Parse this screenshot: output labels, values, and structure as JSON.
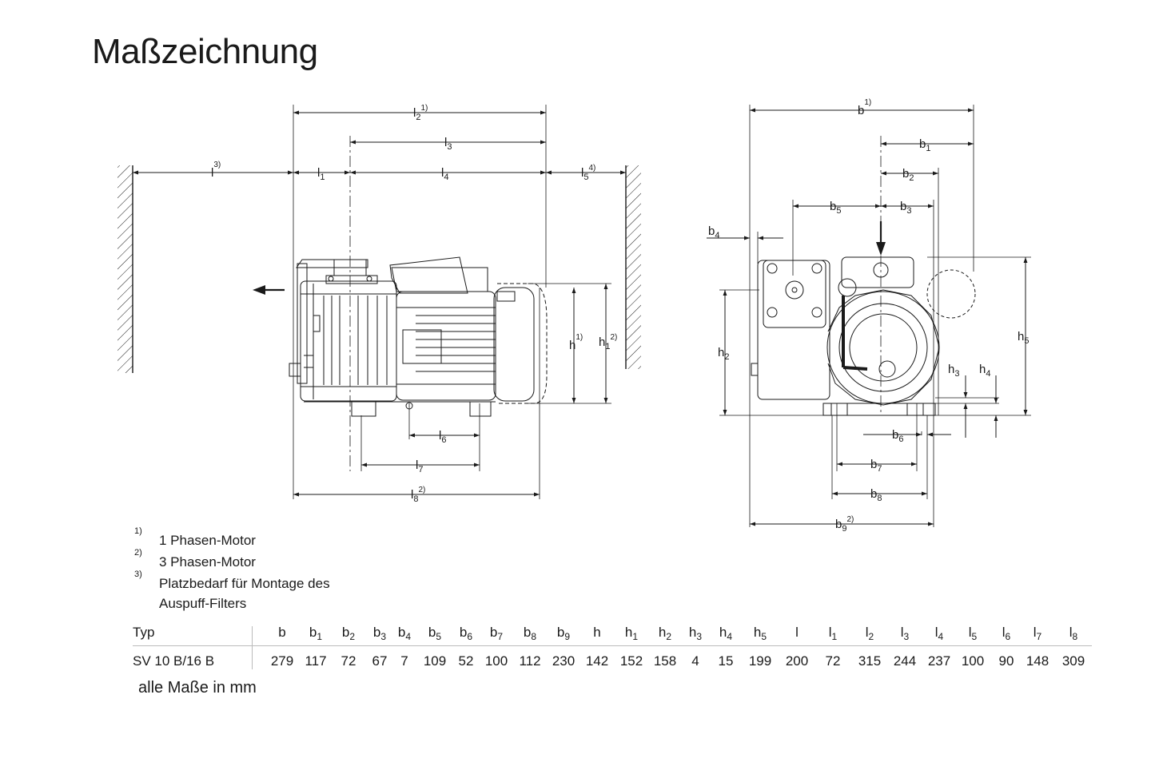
{
  "title": "Maßzeichnung",
  "side_view": {
    "labels": [
      {
        "base": "l",
        "sub": "",
        "sup": "3)"
      },
      {
        "base": "l",
        "sub": "1",
        "sup": ""
      },
      {
        "base": "l",
        "sub": "2",
        "sup": "1)"
      },
      {
        "base": "l",
        "sub": "3",
        "sup": ""
      },
      {
        "base": "l",
        "sub": "4",
        "sup": ""
      },
      {
        "base": "l",
        "sub": "5",
        "sup": "4)"
      },
      {
        "base": "l",
        "sub": "6",
        "sup": ""
      },
      {
        "base": "l",
        "sub": "7",
        "sup": ""
      },
      {
        "base": "l",
        "sub": "8",
        "sup": "2)"
      },
      {
        "base": "h",
        "sub": "",
        "sup": "1)"
      },
      {
        "base": "h",
        "sub": "1",
        "sup": "2)"
      }
    ]
  },
  "front_view": {
    "labels": [
      {
        "base": "b",
        "sub": "",
        "sup": "1)"
      },
      {
        "base": "b",
        "sub": "1",
        "sup": ""
      },
      {
        "base": "b",
        "sub": "2",
        "sup": ""
      },
      {
        "base": "b",
        "sub": "3",
        "sup": ""
      },
      {
        "base": "b",
        "sub": "4",
        "sup": ""
      },
      {
        "base": "b",
        "sub": "5",
        "sup": ""
      },
      {
        "base": "b",
        "sub": "6",
        "sup": ""
      },
      {
        "base": "b",
        "sub": "7",
        "sup": ""
      },
      {
        "base": "b",
        "sub": "8",
        "sup": ""
      },
      {
        "base": "b",
        "sub": "9",
        "sup": "2)"
      },
      {
        "base": "h",
        "sub": "2",
        "sup": ""
      },
      {
        "base": "h",
        "sub": "3",
        "sup": ""
      },
      {
        "base": "h",
        "sub": "4",
        "sup": ""
      },
      {
        "base": "h",
        "sub": "5",
        "sup": ""
      }
    ]
  },
  "footnotes": [
    {
      "marker": "1)",
      "text": "1 Phasen-Motor"
    },
    {
      "marker": "2)",
      "text": "3 Phasen-Motor"
    },
    {
      "marker": "3)",
      "text": "Platzbedarf für Montage des Auspuff-Filters"
    }
  ],
  "table": {
    "type_header": "Typ",
    "columns": [
      {
        "base": "b",
        "sub": ""
      },
      {
        "base": "b",
        "sub": "1"
      },
      {
        "base": "b",
        "sub": "2"
      },
      {
        "base": "b",
        "sub": "3"
      },
      {
        "base": "b",
        "sub": "4"
      },
      {
        "base": "b",
        "sub": "5"
      },
      {
        "base": "b",
        "sub": "6"
      },
      {
        "base": "b",
        "sub": "7"
      },
      {
        "base": "b",
        "sub": "8"
      },
      {
        "base": "b",
        "sub": "9"
      },
      {
        "base": "h",
        "sub": ""
      },
      {
        "base": "h",
        "sub": "1"
      },
      {
        "base": "h",
        "sub": "2"
      },
      {
        "base": "h",
        "sub": "3"
      },
      {
        "base": "h",
        "sub": "4"
      },
      {
        "base": "h",
        "sub": "5"
      },
      {
        "base": "l",
        "sub": ""
      },
      {
        "base": "l",
        "sub": "1"
      },
      {
        "base": "l",
        "sub": "2"
      },
      {
        "base": "l",
        "sub": "3"
      },
      {
        "base": "l",
        "sub": "4"
      },
      {
        "base": "l",
        "sub": "5"
      },
      {
        "base": "l",
        "sub": "6"
      },
      {
        "base": "l",
        "sub": "7"
      },
      {
        "base": "l",
        "sub": "8"
      }
    ],
    "rows": [
      {
        "type": "SV 10 B/16 B",
        "values": [
          "279",
          "117",
          "72",
          "67",
          "7",
          "109",
          "52",
          "100",
          "112",
          "230",
          "142",
          "152",
          "158",
          "4",
          "15",
          "199",
          "200",
          "72",
          "315",
          "244",
          "237",
          "100",
          "90",
          "148",
          "309"
        ]
      }
    ]
  },
  "unit_note": "alle Maße in mm"
}
